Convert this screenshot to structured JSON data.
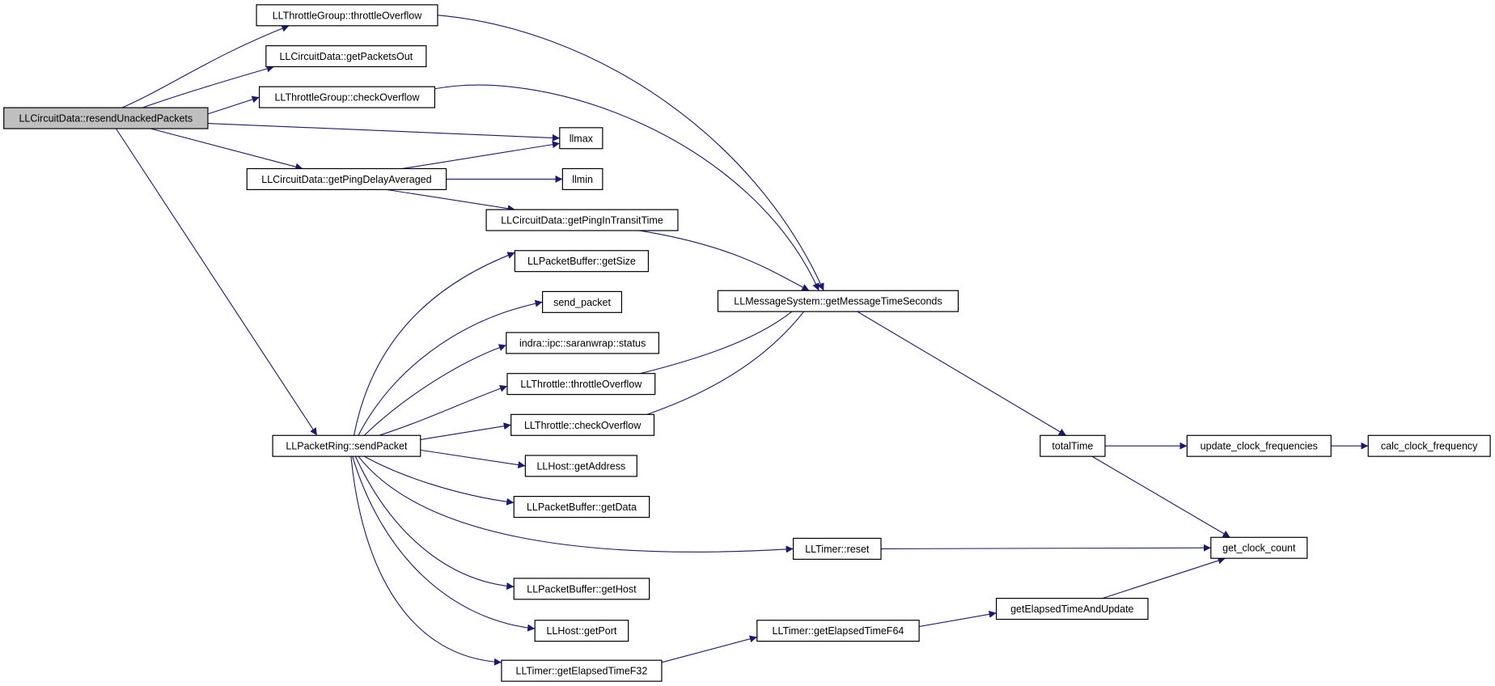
{
  "graph": {
    "edge_color": "#191970",
    "root_fill": "#bfbfbf",
    "nodes": [
      {
        "id": "resend",
        "label": "LLCircuitData::resendUnackedPackets"
      },
      {
        "id": "tgThrottle",
        "label": "LLThrottleGroup::throttleOverflow"
      },
      {
        "id": "getPacketsOut",
        "label": "LLCircuitData::getPacketsOut"
      },
      {
        "id": "tgCheck",
        "label": "LLThrottleGroup::checkOverflow"
      },
      {
        "id": "llmax",
        "label": "llmax"
      },
      {
        "id": "pingAvg",
        "label": "LLCircuitData::getPingDelayAveraged"
      },
      {
        "id": "llmin",
        "label": "llmin"
      },
      {
        "id": "pingTransit",
        "label": "LLCircuitData::getPingInTransitTime"
      },
      {
        "id": "msgTime",
        "label": "LLMessageSystem::getMessageTimeSeconds"
      },
      {
        "id": "pbGetSize",
        "label": "LLPacketBuffer::getSize"
      },
      {
        "id": "sendPacketFn",
        "label": "send_packet"
      },
      {
        "id": "status",
        "label": "indra::ipc::saranwrap::status"
      },
      {
        "id": "tThrottle",
        "label": "LLThrottle::throttleOverflow"
      },
      {
        "id": "tCheck",
        "label": "LLThrottle::checkOverflow"
      },
      {
        "id": "sendPacket",
        "label": "LLPacketRing::sendPacket"
      },
      {
        "id": "getAddress",
        "label": "LLHost::getAddress"
      },
      {
        "id": "pbGetData",
        "label": "LLPacketBuffer::getData"
      },
      {
        "id": "timerReset",
        "label": "LLTimer::reset"
      },
      {
        "id": "pbGetHost",
        "label": "LLPacketBuffer::getHost"
      },
      {
        "id": "getPort",
        "label": "LLHost::getPort"
      },
      {
        "id": "elapsedF32",
        "label": "LLTimer::getElapsedTimeF32"
      },
      {
        "id": "elapsedF64",
        "label": "LLTimer::getElapsedTimeF64"
      },
      {
        "id": "elapsedUpdate",
        "label": "getElapsedTimeAndUpdate"
      },
      {
        "id": "totalTime",
        "label": "totalTime"
      },
      {
        "id": "updateClock",
        "label": "update_clock_frequencies"
      },
      {
        "id": "calcClock",
        "label": "calc_clock_frequency"
      },
      {
        "id": "getClock",
        "label": "get_clock_count"
      }
    ],
    "edges": [
      [
        "resend",
        "tgThrottle"
      ],
      [
        "resend",
        "getPacketsOut"
      ],
      [
        "resend",
        "tgCheck"
      ],
      [
        "resend",
        "llmax"
      ],
      [
        "resend",
        "pingAvg"
      ],
      [
        "resend",
        "sendPacket"
      ],
      [
        "tgThrottle",
        "msgTime"
      ],
      [
        "tgCheck",
        "msgTime"
      ],
      [
        "pingAvg",
        "llmax"
      ],
      [
        "pingAvg",
        "llmin"
      ],
      [
        "pingAvg",
        "pingTransit"
      ],
      [
        "pingTransit",
        "msgTime"
      ],
      [
        "sendPacket",
        "pbGetSize"
      ],
      [
        "sendPacket",
        "sendPacketFn"
      ],
      [
        "sendPacket",
        "status"
      ],
      [
        "sendPacket",
        "tThrottle"
      ],
      [
        "sendPacket",
        "tCheck"
      ],
      [
        "sendPacket",
        "getAddress"
      ],
      [
        "sendPacket",
        "pbGetData"
      ],
      [
        "sendPacket",
        "timerReset"
      ],
      [
        "sendPacket",
        "pbGetHost"
      ],
      [
        "sendPacket",
        "getPort"
      ],
      [
        "sendPacket",
        "elapsedF32"
      ],
      [
        "tThrottle",
        "msgTime"
      ],
      [
        "tCheck",
        "msgTime"
      ],
      [
        "msgTime",
        "totalTime"
      ],
      [
        "totalTime",
        "updateClock"
      ],
      [
        "totalTime",
        "getClock"
      ],
      [
        "updateClock",
        "calcClock"
      ],
      [
        "timerReset",
        "getClock"
      ],
      [
        "elapsedF32",
        "elapsedF64"
      ],
      [
        "elapsedF64",
        "elapsedUpdate"
      ],
      [
        "elapsedUpdate",
        "getClock"
      ]
    ]
  }
}
